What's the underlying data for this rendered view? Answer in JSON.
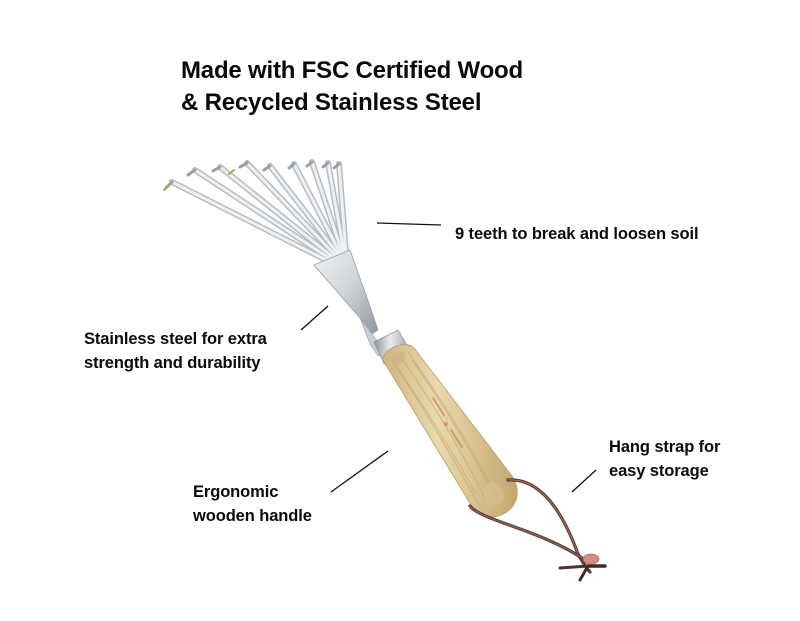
{
  "headline": {
    "line1": "Made with FSC Certified Wood",
    "line2": "& Recycled Stainless Steel"
  },
  "callouts": {
    "teeth": {
      "line1": "9 teeth to break and loosen soil"
    },
    "steel": {
      "line1": "Stainless steel for extra",
      "line2": "strength and durability"
    },
    "strap": {
      "line1": "Hang strap for",
      "line2": "easy storage"
    },
    "handle": {
      "line1": "Ergonomic",
      "line2": "wooden handle"
    }
  },
  "product": {
    "name": "hand-rake",
    "teeth_count": 9,
    "colors": {
      "steel": "#d9dde0",
      "steel_dark": "#9aa0a6",
      "wood": "#e2cfa0",
      "wood_grain": "#c5aa72",
      "strap": "#5a3b35",
      "strap_light": "#c9897a"
    }
  }
}
